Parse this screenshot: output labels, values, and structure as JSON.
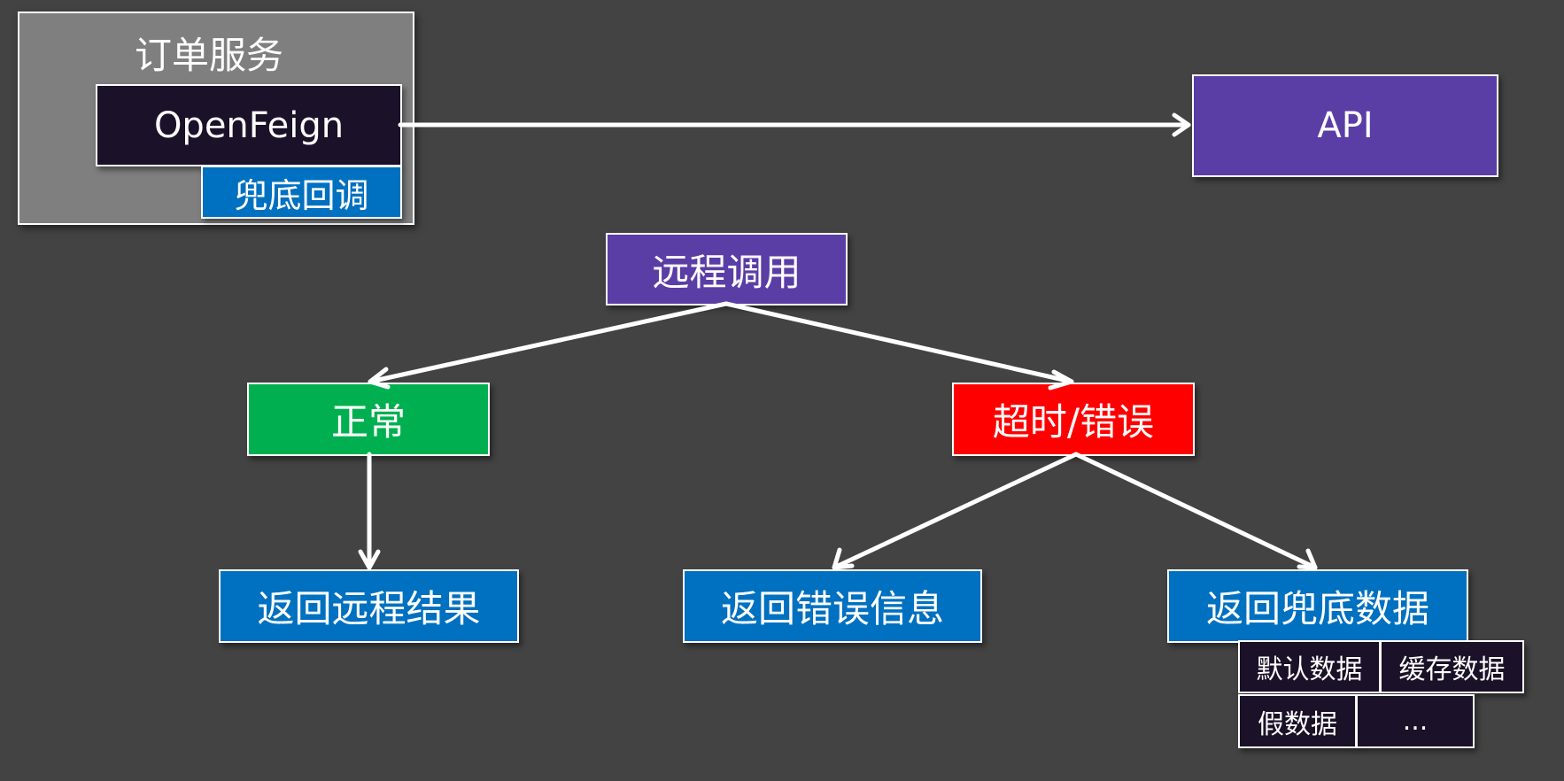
{
  "group": {
    "title": "订单服务"
  },
  "openfeign": {
    "label": "OpenFeign"
  },
  "fallback": {
    "label": "兜底回调"
  },
  "api": {
    "label": "API"
  },
  "remote_call": {
    "label": "远程调用"
  },
  "normal": {
    "label": "正常"
  },
  "timeout_error": {
    "label": "超时/错误"
  },
  "return_remote_result": {
    "label": "返回远程结果"
  },
  "return_error_info": {
    "label": "返回错误信息"
  },
  "return_fallback_data": {
    "label": "返回兜底数据"
  },
  "fallback_options": [
    {
      "label": "默认数据"
    },
    {
      "label": "缓存数据"
    },
    {
      "label": "假数据"
    },
    {
      "label": "..."
    }
  ],
  "colors": {
    "background": "#434343",
    "group": "#7f7f7f",
    "dark": "#1b1128",
    "blue": "#0070c0",
    "purple": "#5b3da6",
    "green": "#00b050",
    "red": "#ff0000"
  }
}
